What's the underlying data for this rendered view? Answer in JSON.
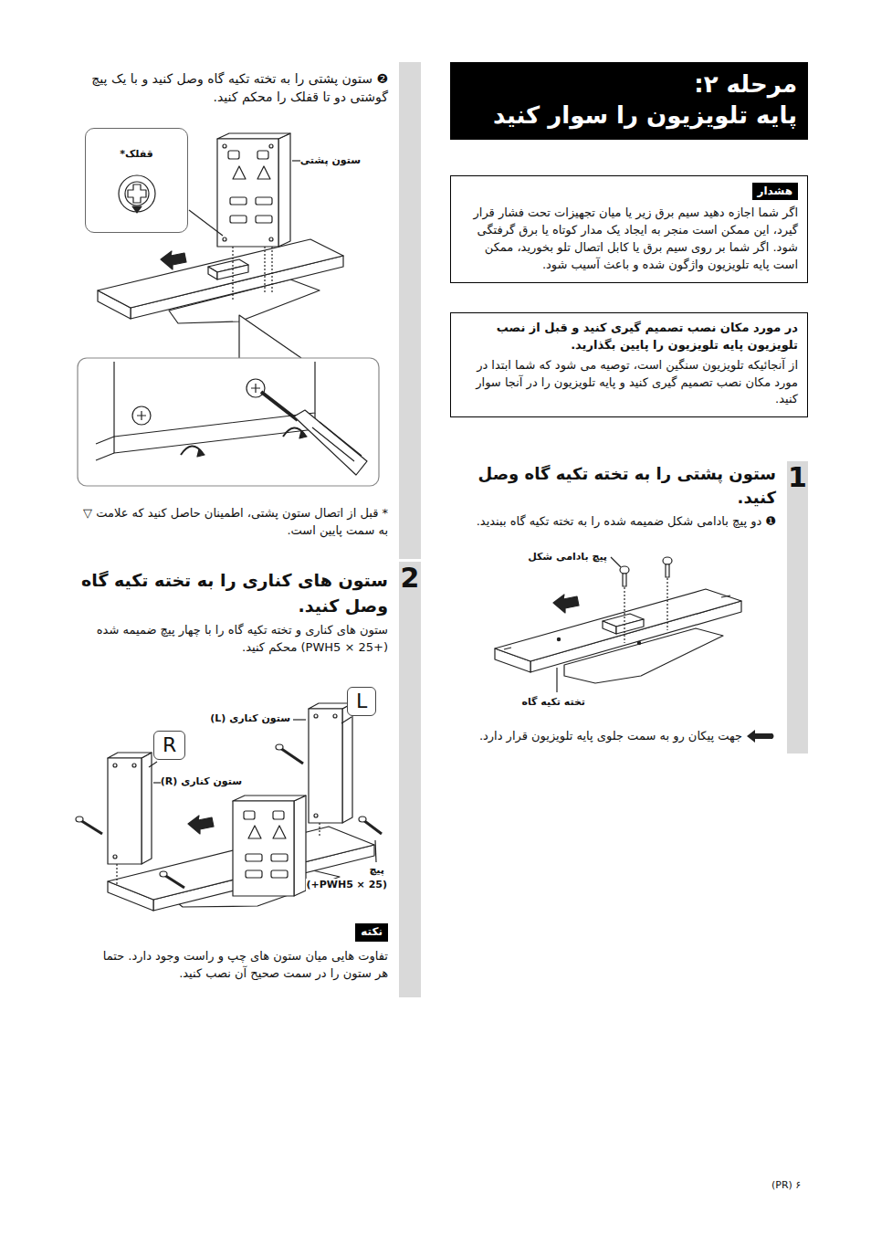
{
  "diagram": {
    "nodes": [
      {
        "text": [
          "مرحله ۲:",
          "پایه تلویزیون را سوار کنید"
        ]
      },
      {
        "text": [
          "هشدار",
          "اگر شما اجازه دهید سیم برق زیر یا میان تجهیزات تحت فشار قرار گیرد، این ممکن است منجر به ایجاد یک مدار کوتاه یا برق گرفتگی شود. اگر شما بر روی سیم برق یا کابل اتصال تلو بخورید، ممکن است پایه تلویزیون واژگون شده و باعث آسیب شود."
        ]
      },
      {
        "text": [
          "در مورد مکان نصب تصمیم گیری کنید و قبل از نصب تلویزیون پایه تلویزیون را پایین بگذارید.",
          "از آنجائیکه تلویزیون سنگین است، توصیه می شود که شما ابتدا در مورد مکان نصب تصمیم گیری کنید و پایه تلویزیون را در آنجا سوار کنید."
        ]
      },
      {
        "text": [
          "1"
        ]
      },
      {
        "text": [
          "قفلک*"
        ]
      },
      {
        "text": [
          "2"
        ]
      },
      {
        "text": [
          "L"
        ]
      },
      {
        "text": [
          "R"
        ]
      },
      {
        "text": [
          "نکته"
        ]
      }
    ],
    "labels": [
      "ستون پشتی را به تخته تکیه گاه وصل کنید.",
      "❶ دو پیچ بادامی شکل ضمیمه شده را به تخته تکیه گاه ببندید.",
      "پیچ بادامی شکل",
      "تخته تکیه گاه",
      "جهت پیکان رو به سمت جلوی پایه تلویزیون قرار دارد.",
      "❷ ستون پشتی را به تخته تکیه گاه وصل کنید و با یک پیچ گوشتی دو تا قفلک را محکم کنید.",
      "ستون پشتی",
      "* قبل از اتصال ستون پشتی، اطمینان حاصل کنید که علامت ▽ به سمت پایین است.",
      "ستون های کناری را به تخته تکیه گاه وصل کنید.",
      "ستون های کناری و تخته تکیه گاه را با چهار پیچ ضمیمه شده (+PWH5 × 25) محکم کنید.",
      "ستون کناری (L)",
      "ستون کناری (R)",
      "پیچ",
      "(+PWH5 × 25)",
      "تفاوت هایی میان ستون های چپ و راست وجود دارد. حتما هر ستون را در سمت صحیح آن نصب کنید.",
      "(PR) ۶"
    ]
  }
}
